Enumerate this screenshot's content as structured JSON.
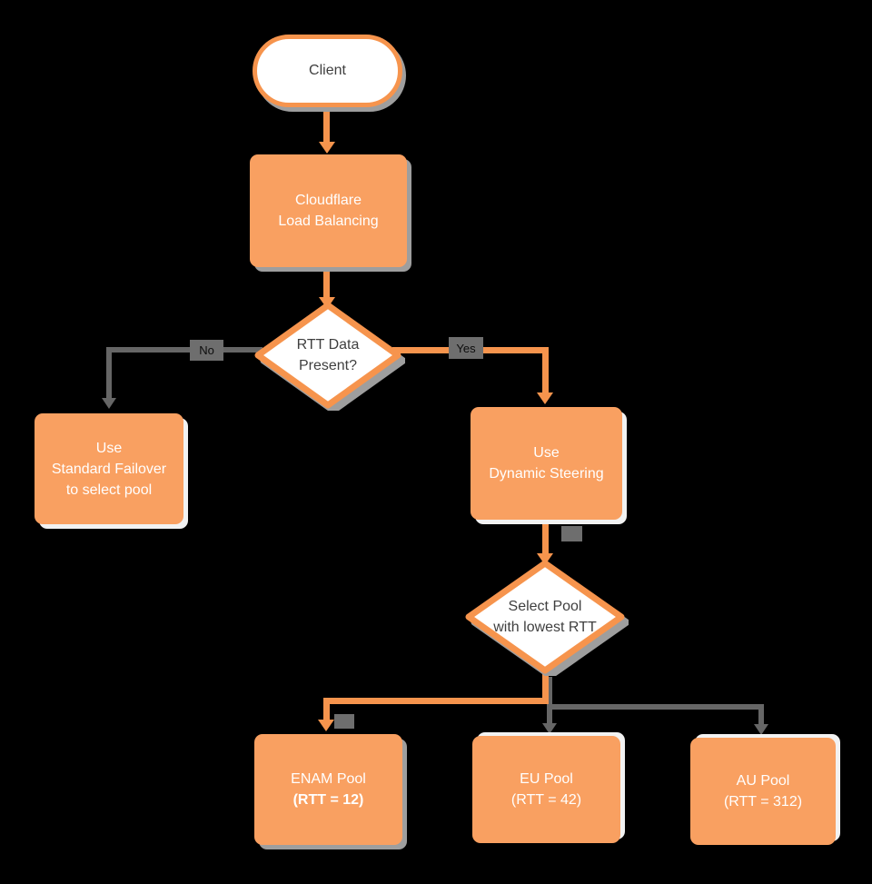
{
  "title": "Cloudflare Load Balancing dynamic steering flowchart",
  "colors": {
    "background": "#000000",
    "node_orange_fill": "#F9A061",
    "connector_orange": "#F6944D",
    "connector_gray": "#666666",
    "edge_label_bg": "#6E6E6E",
    "node_text_dark": "#3F3F3F",
    "node_text_light": "#FFFFFF",
    "shadow_gray": "#9E9E9E",
    "shadow_white": "#F2F2F2"
  },
  "nodes": {
    "client": {
      "label": "Client"
    },
    "cloudflare": {
      "lines": [
        "Cloudflare",
        "Load Balancing"
      ]
    },
    "rtt_decision": {
      "lines": [
        "RTT Data",
        "Present?"
      ]
    },
    "standard_failover": {
      "lines": [
        "Use",
        "Standard Failover",
        "to select pool"
      ]
    },
    "dynamic_steering": {
      "lines": [
        "Use",
        "Dynamic Steering"
      ]
    },
    "select_pool": {
      "lines": [
        "Select Pool",
        "with lowest RTT"
      ]
    },
    "enam_pool": {
      "lines": [
        "ENAM Pool",
        "(RTT = 12)"
      ]
    },
    "eu_pool": {
      "lines": [
        "EU Pool",
        "(RTT = 42)"
      ]
    },
    "au_pool": {
      "lines": [
        "AU Pool",
        "(RTT = 312)"
      ]
    }
  },
  "edge_labels": {
    "no": "No",
    "yes": "Yes",
    "blank_1": "",
    "blank_2": ""
  }
}
